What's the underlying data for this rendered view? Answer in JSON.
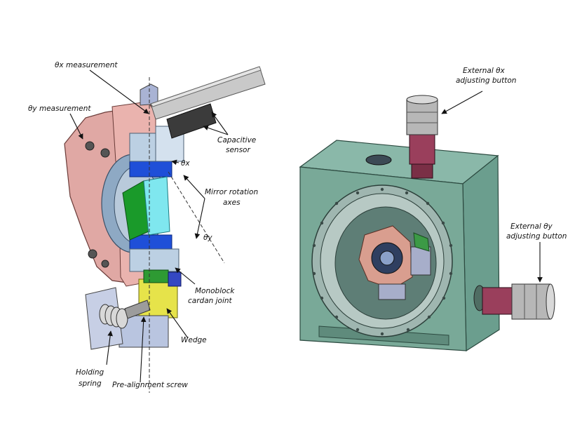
{
  "labels": {
    "thetax_measurement": "θx measurement",
    "thetay_measurement": "θy measurement",
    "capacitive": "Capacitive",
    "sensor": "sensor",
    "theta_x": "θx",
    "mirror_rotation": "Mirror rotation",
    "axes": "axes",
    "theta_y": "θy",
    "monoblock": "Monoblock",
    "cardan_joint": "cardan joint",
    "wedge": "Wedge",
    "holding": "Holding",
    "spring": "spring",
    "prealignment_screw": "Pre-alignment screw",
    "ext_x_line1": "External θx",
    "ext_x_line2": "adjusting button",
    "ext_y_line1": "External θy",
    "ext_y_line2": "adjusting button"
  }
}
